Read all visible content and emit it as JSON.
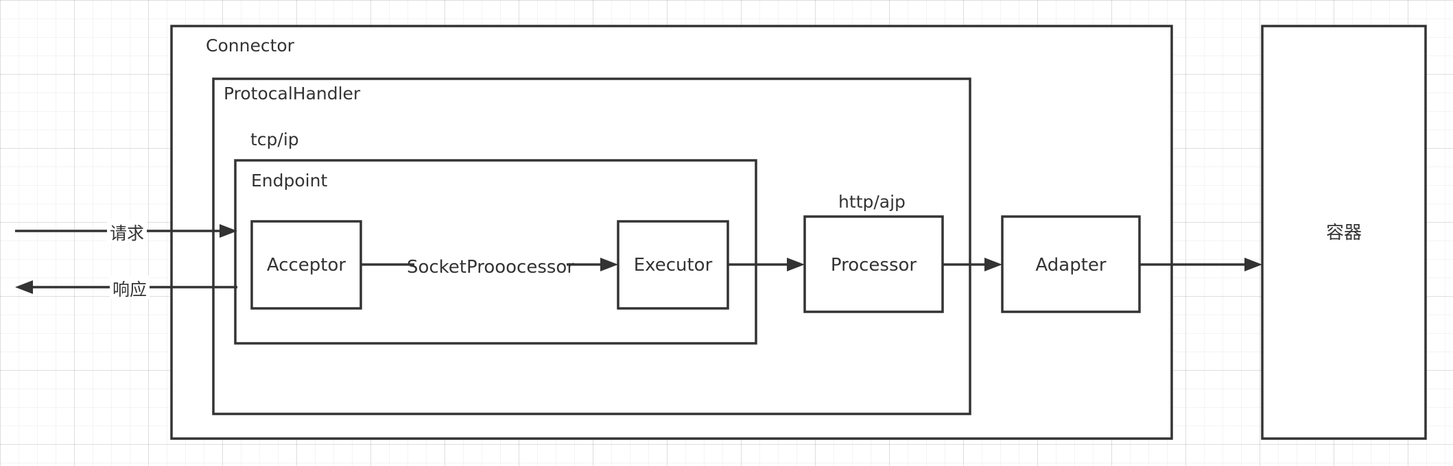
{
  "diagram": {
    "connector_label": "Connector",
    "protocol_handler_label": "ProtocalHandler",
    "tcpip_label": "tcp/ip",
    "endpoint_label": "Endpoint",
    "acceptor_label": "Acceptor",
    "socket_processor_label": "SocketProoocessor",
    "executor_label": "Executor",
    "httpajp_label": "http/ajp",
    "processor_label": "Processor",
    "adapter_label": "Adapter",
    "container_label": "容器",
    "request_label": "请求",
    "response_label": "响应"
  },
  "colors": {
    "stroke": "#333333",
    "background": "#ffffff",
    "grid": "#e6e6e6"
  }
}
